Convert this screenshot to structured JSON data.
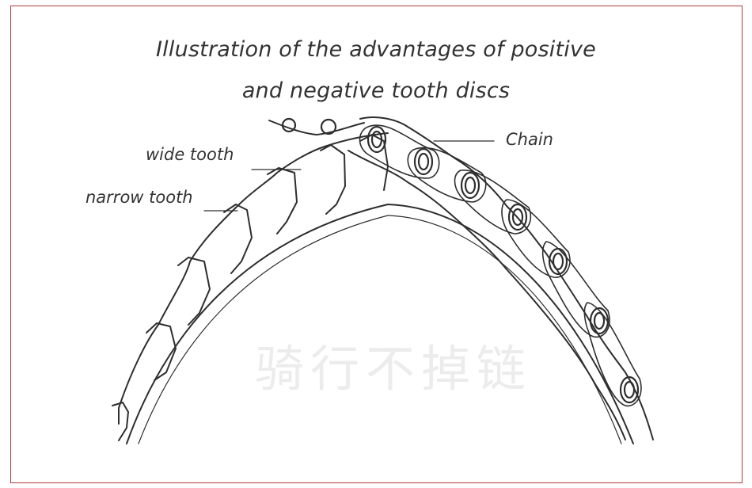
{
  "title": {
    "line1": "Illustration of the advantages of positive",
    "line2": "and negative tooth discs"
  },
  "labels": {
    "wide_tooth": "wide tooth",
    "narrow_tooth": "narrow tooth",
    "chain": "Chain"
  },
  "watermark": "骑行不掉链",
  "colors": {
    "border": "#b53a3a",
    "ink": "#333333",
    "watermark": "#ececec"
  }
}
